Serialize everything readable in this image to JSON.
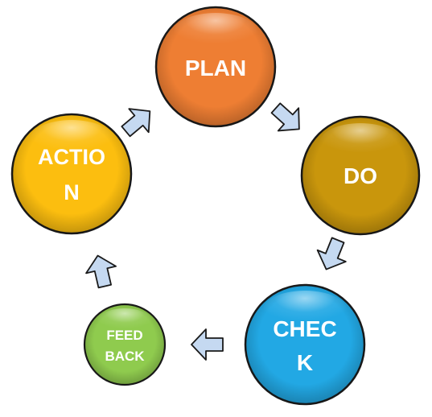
{
  "diagram": {
    "type": "pdca-cycle",
    "nodes": [
      {
        "id": "plan",
        "lines": [
          "PLAN"
        ],
        "color": "#EE7E33"
      },
      {
        "id": "do",
        "lines": [
          "DO"
        ],
        "color": "#C9960C"
      },
      {
        "id": "check",
        "lines": [
          "CHEC",
          "K"
        ],
        "color": "#22A8E4"
      },
      {
        "id": "feedback",
        "lines": [
          "FEED",
          "BACK"
        ],
        "color": "#8FCB4E"
      },
      {
        "id": "action",
        "lines": [
          "ACTIO",
          "N"
        ],
        "color": "#FCBE0F"
      }
    ],
    "arrows": [
      {
        "from": "plan",
        "to": "do"
      },
      {
        "from": "do",
        "to": "check"
      },
      {
        "from": "check",
        "to": "feedback"
      },
      {
        "from": "feedback",
        "to": "action"
      },
      {
        "from": "action",
        "to": "plan"
      }
    ],
    "arrow_color": "#C5D9F1",
    "outline_color": "#1a1a1a"
  }
}
